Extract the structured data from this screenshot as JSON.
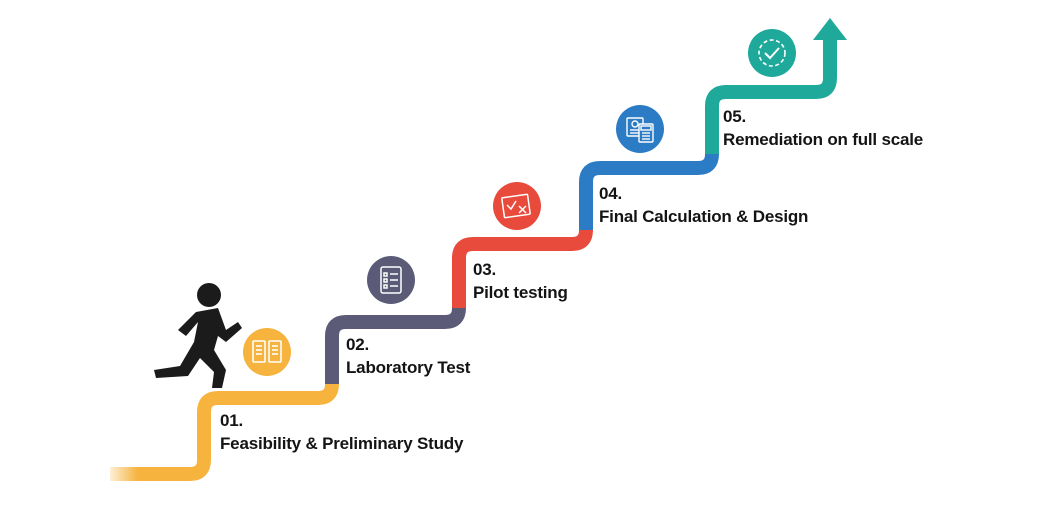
{
  "steps": [
    {
      "number": "01.",
      "title": "Feasibility & Preliminary Study",
      "color": "#F6B33D",
      "icon": "book-icon"
    },
    {
      "number": "02.",
      "title": "Laboratory Test",
      "color": "#5B5B78",
      "icon": "checklist-icon"
    },
    {
      "number": "03.",
      "title": "Pilot testing",
      "color": "#E84A3C",
      "icon": "chart-icon"
    },
    {
      "number": "04.",
      "title": "Final Calculation & Design",
      "color": "#2B7BC5",
      "icon": "calculator-icon"
    },
    {
      "number": "05.",
      "title": "Remediation on full scale",
      "color": "#1FA99B",
      "icon": "check-badge-icon"
    }
  ],
  "runner": {
    "icon": "running-person-icon",
    "color": "#1b1b1b"
  },
  "arrow": {
    "icon": "up-arrow-icon",
    "color": "#1FA99B"
  }
}
